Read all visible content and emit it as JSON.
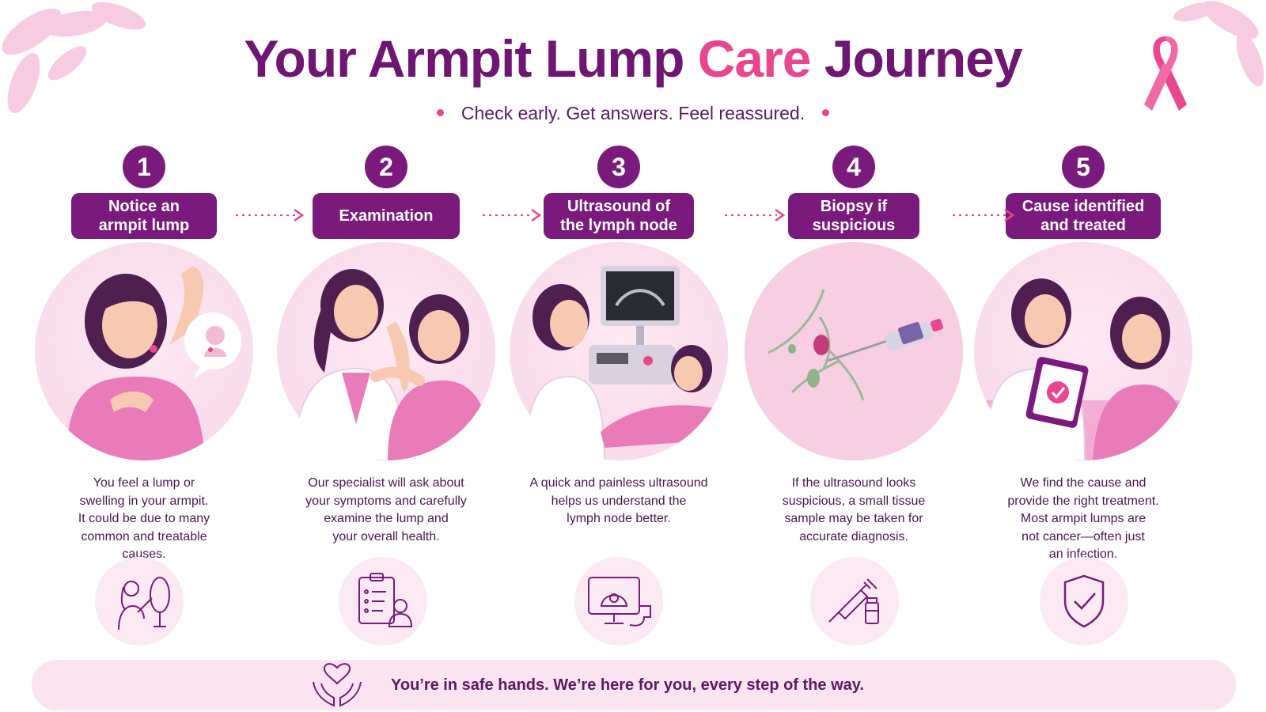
{
  "title": {
    "part1": "Your Armpit Lump ",
    "accent": "Care",
    "part2": " Journey"
  },
  "subtitle": "Check early. Get answers. Feel reassured.",
  "steps": [
    {
      "number": "1",
      "label_lines": [
        "Notice an",
        "armpit lump"
      ],
      "desc_lines": [
        "You feel a lump or",
        "swelling  in your armpit.",
        "It could be due to many",
        "common and treatable",
        "causes."
      ],
      "icon": "woman-mirror-icon"
    },
    {
      "number": "2",
      "label_lines": [
        "Examination"
      ],
      "desc_lines": [
        "Our specialist will ask about",
        "your symptoms and carefully",
        "examine the lump and",
        "your overall health."
      ],
      "icon": "clipboard-doctor-icon"
    },
    {
      "number": "3",
      "label_lines": [
        "Ultrasound of",
        "the lymph node"
      ],
      "desc_lines": [
        "A quick and painless ultrasound",
        "helps us understand the",
        "lymph node better."
      ],
      "icon": "ultrasound-monitor-icon"
    },
    {
      "number": "4",
      "label_lines": [
        "Biopsy if",
        "suspicious"
      ],
      "desc_lines": [
        "If the ultrasound looks",
        "suspicious, a small tissue",
        "sample may be taken for",
        "accurate diagnosis."
      ],
      "icon": "syringe-vial-icon"
    },
    {
      "number": "5",
      "label_lines": [
        "Cause identified",
        "and treated"
      ],
      "desc_lines": [
        "We find the cause and",
        "provide the right treatment.",
        "Most armpit lumps are",
        "not cancer—often just",
        "an infection."
      ],
      "icon": "shield-check-icon"
    }
  ],
  "footer": {
    "text": "You’re in safe hands. We’re here for you, every step of the way.",
    "icon": "heart-hands-icon"
  },
  "colors": {
    "primary": "#7a1a7c",
    "accent": "#e8468f",
    "text": "#5a1a63",
    "soft_pink": "#f9e4ef"
  }
}
